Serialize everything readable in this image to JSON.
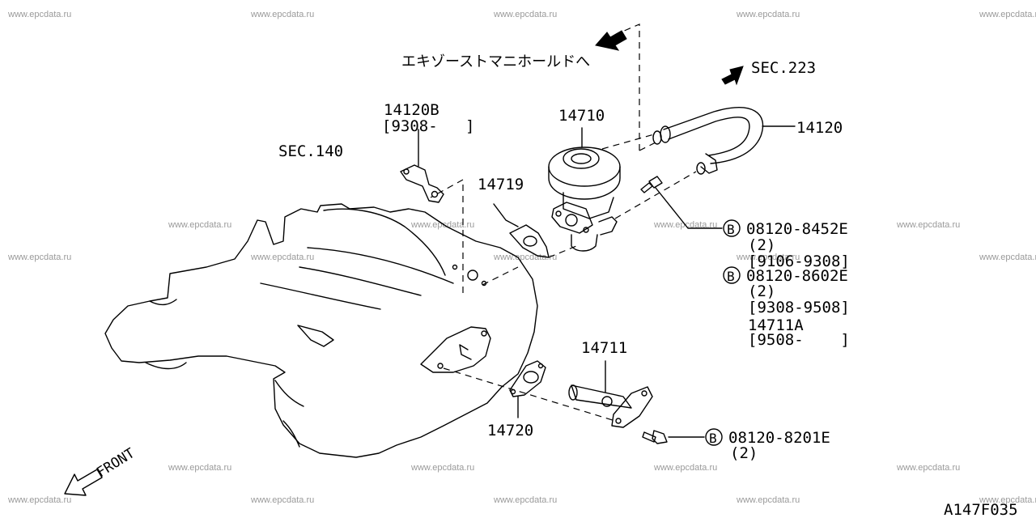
{
  "watermark": "www.epcdata.ru",
  "diagram_code": "A147F035",
  "labels": {
    "exhaust_note": "エキゾーストマニホールドへ",
    "sec223": "SEC.223",
    "sec140": "SEC.140",
    "p14120": "14120",
    "p14120b": "14120B",
    "p14120b_date": "[9308-   ]",
    "p14710": "14710",
    "p14719": "14719",
    "p14711": "14711",
    "p14720": "14720",
    "bolt1": "08120-8452E",
    "bolt1_qty": "(2)",
    "bolt1_date": "[9106-9308]",
    "bolt2": "08120-8602E",
    "bolt2_qty": "(2)",
    "bolt2_date": "[9308-9508]",
    "p14711a": "14711A",
    "p14711a_date": "[9508-    ]",
    "bolt3": "08120-8201E",
    "bolt3_qty": "(2)",
    "b_mark": "B",
    "front": "FRONT"
  }
}
